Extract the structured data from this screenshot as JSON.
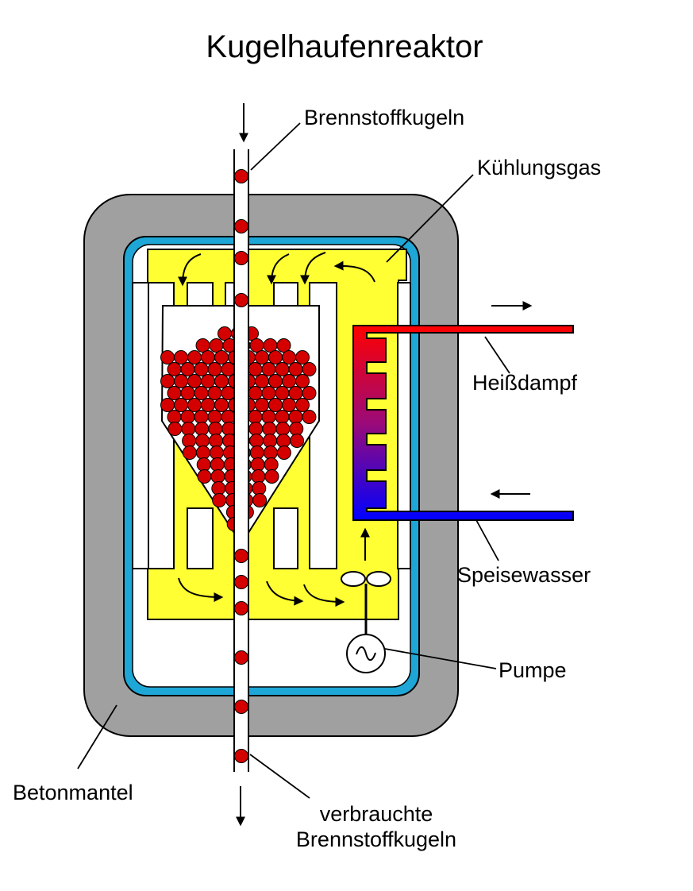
{
  "diagram": {
    "title": "Kugelhaufenreaktor",
    "labels": {
      "fuel_in": "Brennstoffkugeln",
      "coolant_gas": "Kühlungsgas",
      "hot_steam": "Heißdampf",
      "feed_water": "Speisewasser",
      "pump": "Pumpe",
      "concrete_shell": "Betonmantel",
      "spent_fuel_line1": "verbrauchte",
      "spent_fuel_line2": "Brennstoffkugeln"
    },
    "colors": {
      "concrete": "#a0a0a0",
      "vessel_liner": "#1ea7d6",
      "coolant": "#ffff33",
      "fuel_pebble": "#d40000",
      "steam_pipe": "#ff0000",
      "water_pipe": "#0000ff",
      "exchanger_mid": "#9b0a78"
    }
  }
}
